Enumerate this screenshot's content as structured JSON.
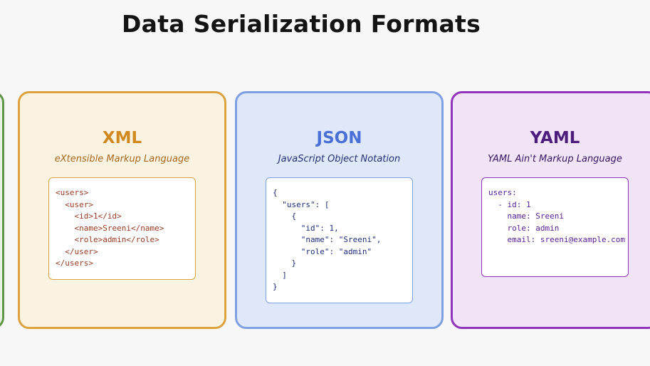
{
  "page": {
    "title": "Data Serialization Formats",
    "background_color": "#f7f7f8",
    "title_color": "#141414"
  },
  "cards": [
    {
      "id": "xml",
      "title": "XML",
      "subtitle": "eXtensible Markup Language",
      "code": "<users>\n  <user>\n    <id>1</id>\n    <name>Sreeni</name>\n    <role>admin</role>\n  </user>\n</users>",
      "colors": {
        "border": "#dba23f",
        "bg": "#faf3e1",
        "title": "#d0891f",
        "subtitle": "#a9661d",
        "code": "#993a20"
      }
    },
    {
      "id": "json",
      "title": "JSON",
      "subtitle": "JavaScript Object Notation",
      "code": "{\n  \"users\": [\n    {\n      \"id\": 1,\n      \"name\": \"Sreeni\",\n      \"role\": \"admin\"\n    }\n  ]\n}",
      "colors": {
        "border": "#7f9fe3",
        "bg": "#dee8f9",
        "title": "#4a6fd6",
        "subtitle": "#233076",
        "code": "#1e2f7d"
      }
    },
    {
      "id": "yaml",
      "title": "YAML",
      "subtitle": "YAML Ain't Markup Language",
      "code": "users:\n  - id: 1\n    name: Sreeni\n    role: admin\n    email: sreeni@example.com",
      "colors": {
        "border": "#9233bb",
        "bg": "#f1e4f7",
        "title": "#4d1d7e",
        "subtitle": "#381563",
        "code": "#5a1d96"
      }
    }
  ],
  "partial_cards": {
    "left": {
      "border": "#5d9747",
      "bg": "#e9f3e2"
    }
  }
}
